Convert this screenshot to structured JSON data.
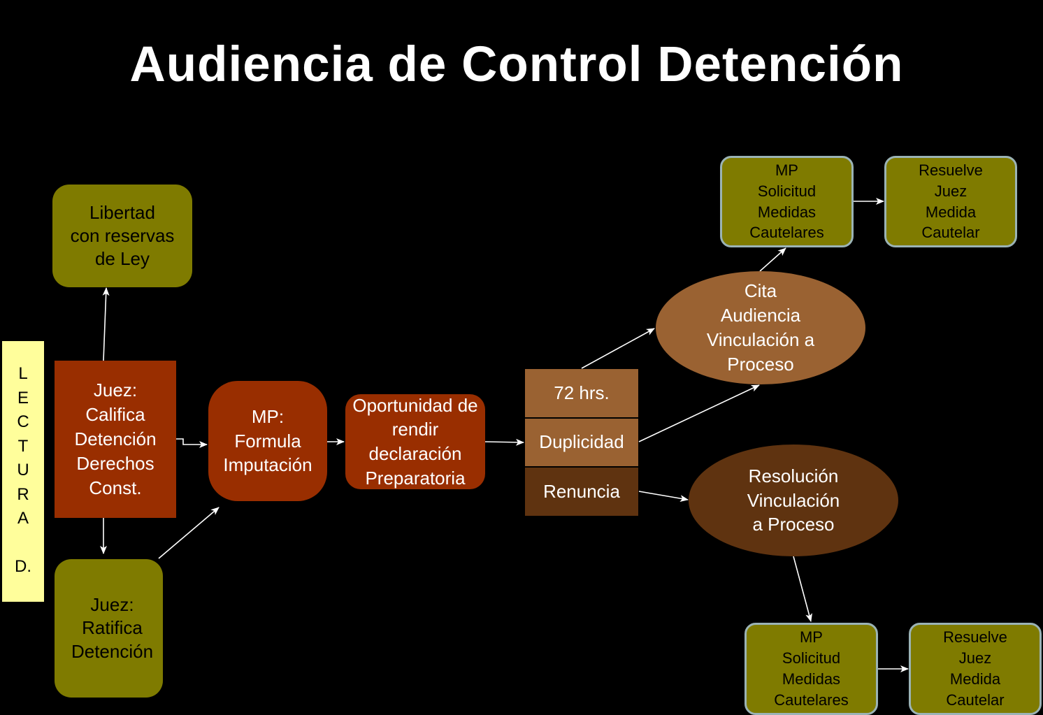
{
  "title": "Audiencia de Control Detención",
  "colors": {
    "background": "#000000",
    "olive": "#7f7b00",
    "rust": "#992e00",
    "tan": "#9a6232",
    "brown": "#5f3310",
    "lectura": "#fffe9b",
    "box_border": "#9bb3b5",
    "arrow": "#ffffff"
  },
  "lectura": {
    "letters": [
      "L",
      "E",
      "C",
      "T",
      "U",
      "R",
      "A"
    ],
    "suffix": "D."
  },
  "nodes": {
    "libertad": "Libertad\ncon reservas\nde Ley",
    "juez_califica": "Juez:\nCalifica\nDetención\nDerechos\nConst.",
    "juez_ratifica": "Juez:\nRatifica\nDetención",
    "mp_formula": "MP:\nFormula\nImputación",
    "oportunidad": "Oportunidad de\nrendir\ndeclaración\nPreparatoria",
    "hrs72": "72 hrs.",
    "duplicidad": "Duplicidad",
    "renuncia": "Renuncia",
    "cita": "Cita\nAudiencia\nVinculación a\nProceso",
    "resolucion": "Resolución\nVinculación\na Proceso",
    "mp_solicitud_top": "MP\nSolicitud\nMedidas\nCautelares",
    "resuelve_top": "Resuelve\nJuez\nMedida\nCautelar",
    "mp_solicitud_bottom": "MP\nSolicitud\nMedidas\nCautelares",
    "resuelve_bottom": "Resuelve\nJuez\nMedida\nCautelar"
  }
}
